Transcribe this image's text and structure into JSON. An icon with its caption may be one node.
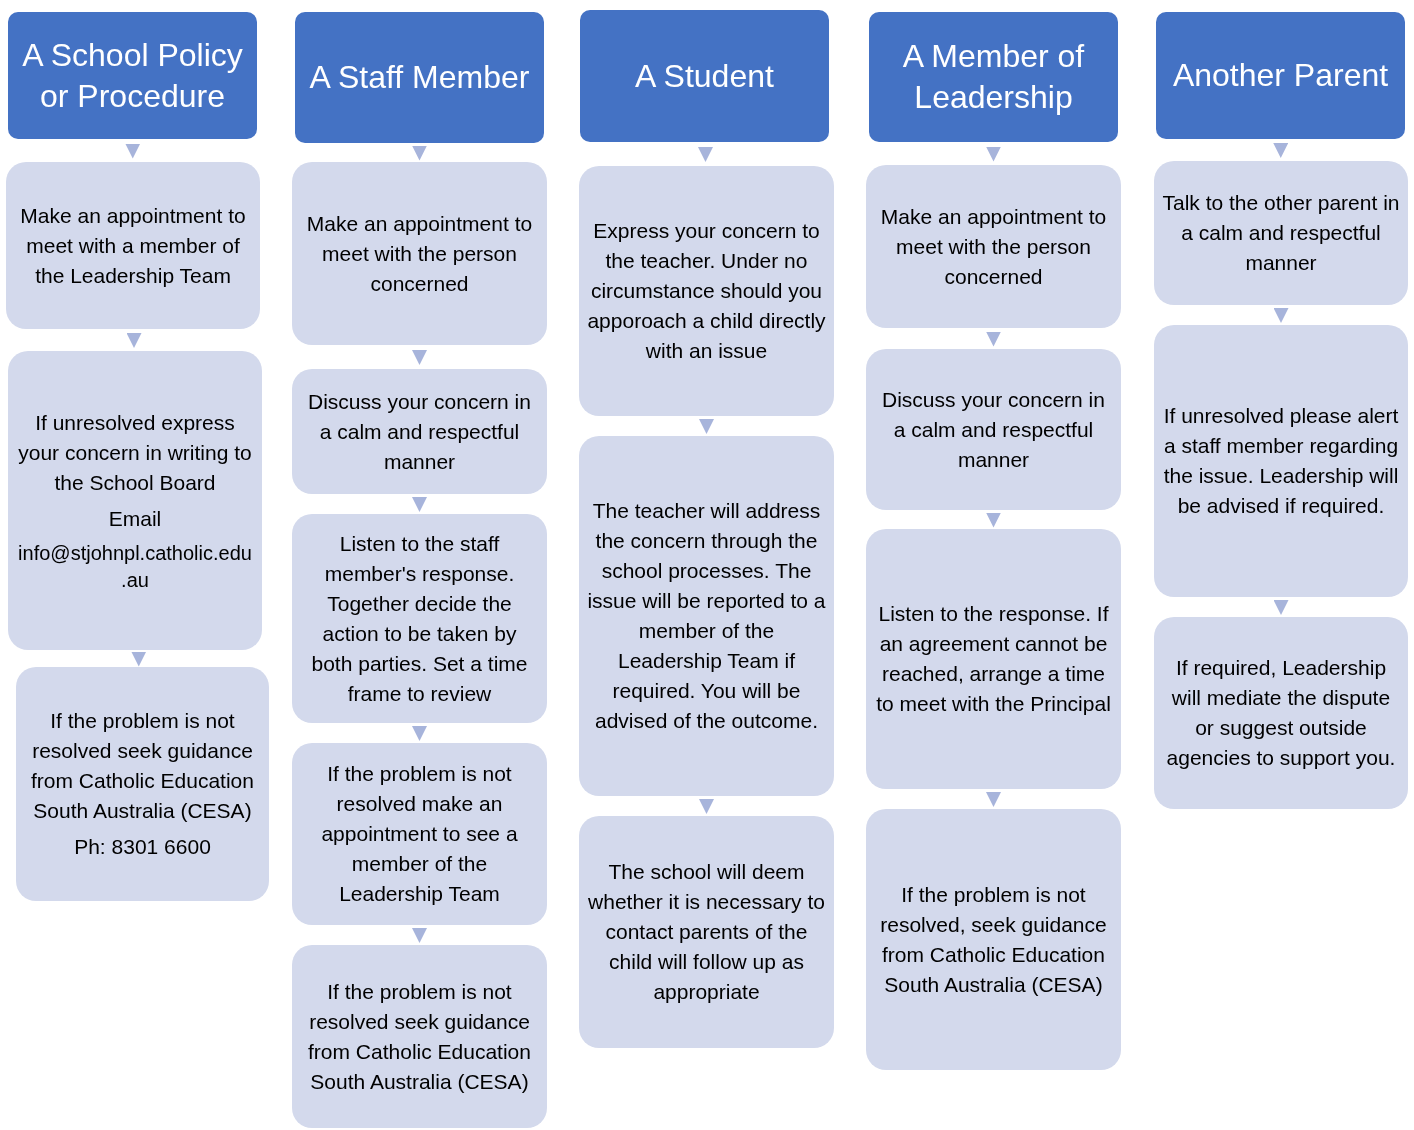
{
  "diagram": {
    "nodes": [
      {
        "text": [
          "A School Policy or Procedure"
        ]
      },
      {
        "text": [
          "Make an appointment to meet with a member of the Leadership Team"
        ]
      },
      {
        "text": [
          "If unresolved express your concern in writing to the School Board",
          "Email",
          "info@stjohnpl.catholic.edu.au"
        ]
      },
      {
        "text": [
          "If the problem is not resolved seek guidance from Catholic Education South Australia (CESA)",
          "Ph: 8301 6600"
        ]
      },
      {
        "text": [
          "A Staff Member"
        ]
      },
      {
        "text": [
          "Make an appointment to meet with the person concerned"
        ]
      },
      {
        "text": [
          "Discuss your concern in a calm and respectful manner"
        ]
      },
      {
        "text": [
          "Listen to the staff member's response. Together decide the action to be taken by both parties. Set a time frame to review"
        ]
      },
      {
        "text": [
          "If the problem is not resolved make an appointment to see a member of the Leadership Team"
        ]
      },
      {
        "text": [
          "If the problem is not resolved seek guidance from Catholic Education South Australia (CESA)"
        ]
      },
      {
        "text": [
          "A Student"
        ]
      },
      {
        "text": [
          "Express your concern to the teacher. Under no circumstance should you apporoach a child directly with an issue"
        ]
      },
      {
        "text": [
          "The teacher will address the concern through the school processes. The issue will be reported to a member of the Leadership Team if required. You will be advised of the outcome."
        ]
      },
      {
        "text": [
          "The school will deem whether it is necessary to contact parents of the child will follow up as appropriate"
        ]
      },
      {
        "text": [
          "A Member of Leadership"
        ]
      },
      {
        "text": [
          "Make an appointment to meet with the person concerned"
        ]
      },
      {
        "text": [
          "Discuss your concern in a calm and respectful manner"
        ]
      },
      {
        "text": [
          "Listen to the response. If an agreement cannot be reached, arrange a time to meet with the Principal"
        ]
      },
      {
        "text": [
          "If the problem is not resolved, seek guidance from Catholic Education South Australia (CESA)"
        ]
      },
      {
        "text": [
          "Another Parent"
        ]
      },
      {
        "text": [
          "Talk to the other parent in a calm and respectful manner"
        ]
      },
      {
        "text": [
          "If unresolved please alert a staff member regarding the issue. Leadership will be advised if required."
        ]
      },
      {
        "text": [
          "If required, Leadership will mediate the dispute or suggest outside agencies to support you."
        ]
      }
    ],
    "edges": [
      {
        "from": 0,
        "to": 1,
        "arrow": "to"
      },
      {
        "from": 1,
        "to": 2,
        "arrow": "to"
      },
      {
        "from": 2,
        "to": 3,
        "arrow": "to"
      },
      {
        "from": 4,
        "to": 5,
        "arrow": "to"
      },
      {
        "from": 5,
        "to": 6,
        "arrow": "to"
      },
      {
        "from": 6,
        "to": 7,
        "arrow": "to"
      },
      {
        "from": 7,
        "to": 8,
        "arrow": "to"
      },
      {
        "from": 8,
        "to": 9,
        "arrow": "to"
      },
      {
        "from": 10,
        "to": 11,
        "arrow": "to"
      },
      {
        "from": 11,
        "to": 12,
        "arrow": "to"
      },
      {
        "from": 12,
        "to": 13,
        "arrow": "to"
      },
      {
        "from": 14,
        "to": 15,
        "arrow": "to"
      },
      {
        "from": 15,
        "to": 16,
        "arrow": "to"
      },
      {
        "from": 16,
        "to": 17,
        "arrow": "to"
      },
      {
        "from": 17,
        "to": 18,
        "arrow": "to"
      },
      {
        "from": 19,
        "to": 20,
        "arrow": "to"
      },
      {
        "from": 20,
        "to": 21,
        "arrow": "to"
      },
      {
        "from": 21,
        "to": 22,
        "arrow": "to"
      }
    ]
  }
}
